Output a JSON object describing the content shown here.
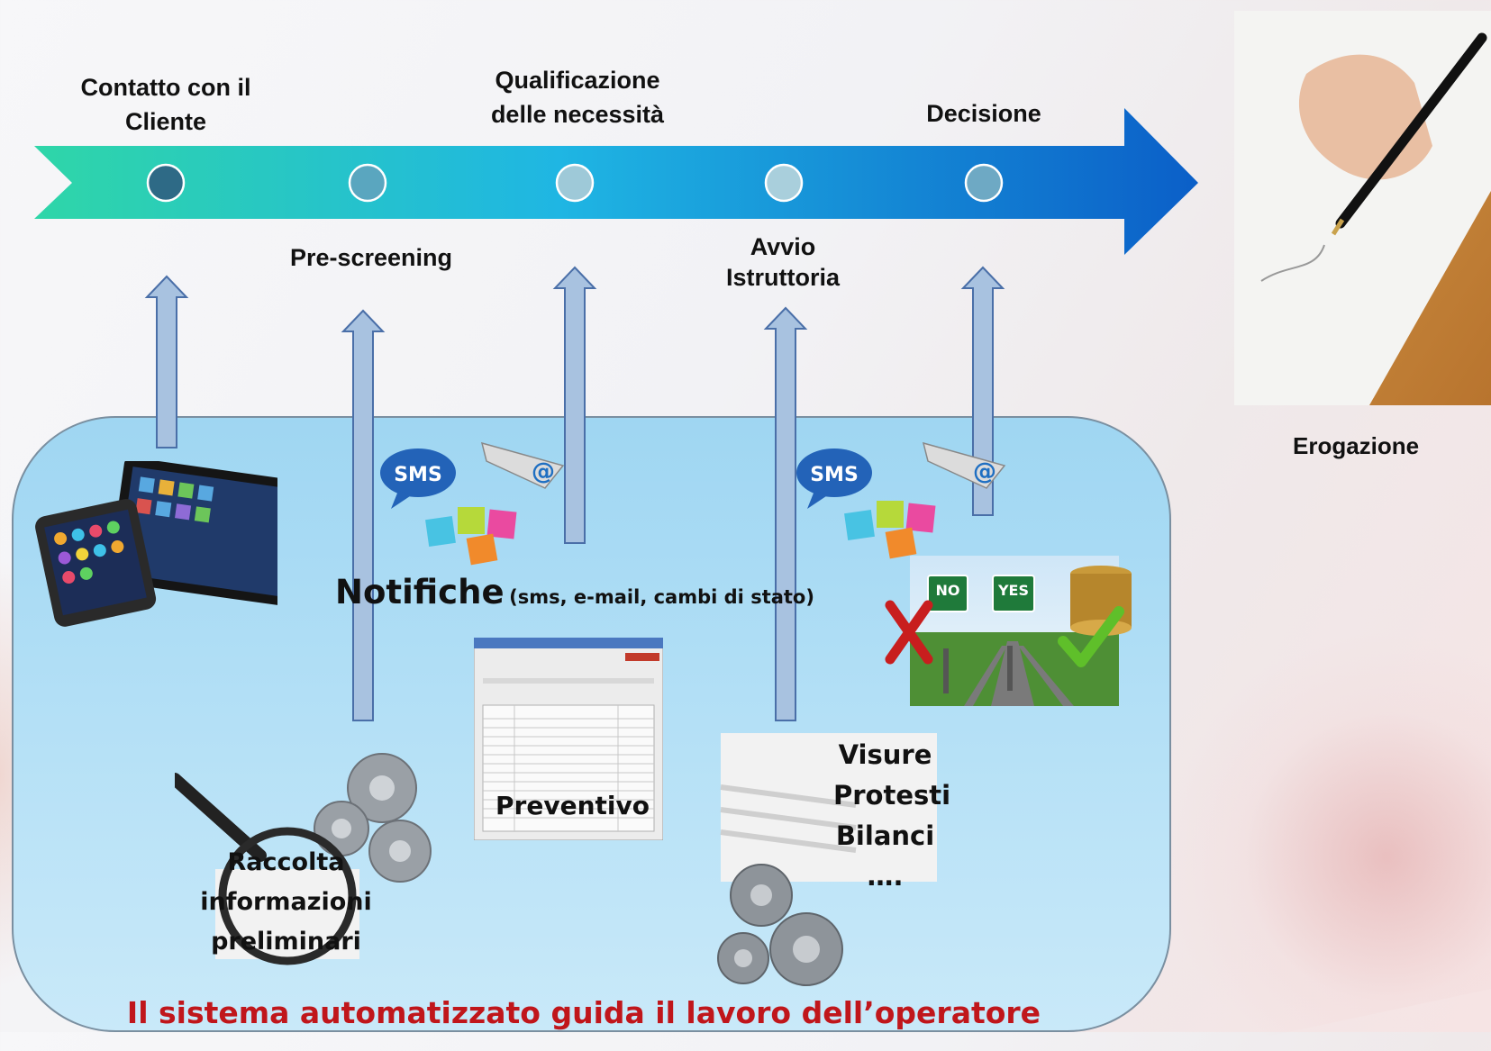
{
  "timeline": {
    "stages_top": [
      {
        "label": "Contatto con il\nCliente"
      },
      {
        "label": "Qualificazione\ndelle necessità"
      },
      {
        "label": "Decisione"
      }
    ],
    "stages_bottom": [
      {
        "label": "Pre-screening"
      },
      {
        "label": "Avvio\nIstruttoria"
      }
    ]
  },
  "colors": {
    "arrow_start": "#2fd6a8",
    "arrow_mid": "#1fb6e3",
    "arrow_end": "#0b5fc8",
    "panel": "#a9dcf5",
    "footer_text": "#c0161b"
  },
  "notifications": {
    "title": "Notifiche",
    "detail": "(sms, e-mail, cambi di stato)",
    "sms_label": "SMS"
  },
  "steps": {
    "raccolta": "Raccolta\ninformazioni\npreliminari",
    "preventivo": "Preventivo",
    "checks": [
      "Visure",
      "Protesti",
      "Bilanci",
      "…."
    ]
  },
  "decision_signs": {
    "no": "NO",
    "yes": "YES"
  },
  "erogazione": "Erogazione",
  "footer": "Il sistema automatizzato guida il lavoro dell’operatore"
}
